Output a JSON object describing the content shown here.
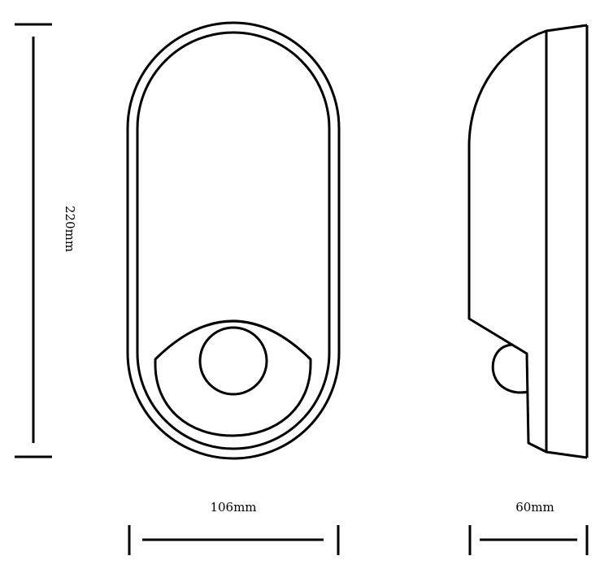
{
  "dimensions": {
    "height": "220mm",
    "front_width": "106mm",
    "side_depth": "60mm"
  },
  "colors": {
    "line": "#000000",
    "background": "#ffffff"
  }
}
